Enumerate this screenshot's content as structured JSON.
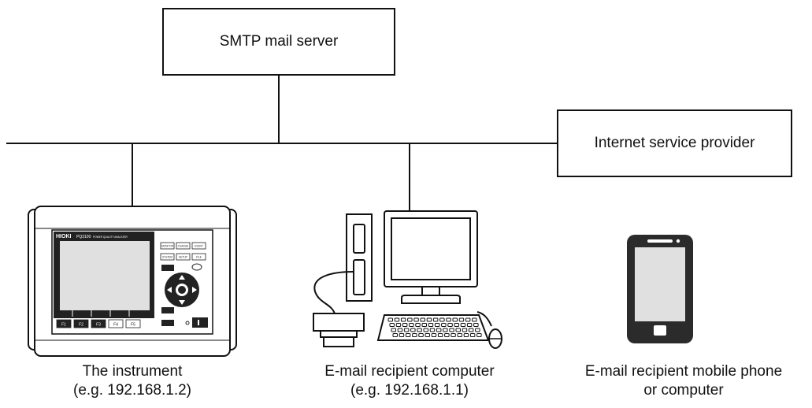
{
  "nodes": {
    "smtp_server": {
      "label": "SMTP mail server"
    },
    "isp": {
      "label": "Internet service provider"
    }
  },
  "devices": {
    "instrument": {
      "line1": "The instrument",
      "line2": "(e.g. 192.168.1.2)",
      "brand": "HIOKI",
      "model": "PQ3100",
      "model_desc": "POWER QUALITY ANALYZER",
      "keys": [
        "MONITOR",
        "CHANGE",
        "EVENT",
        "SYSTEM",
        "SETUP",
        "FILE"
      ],
      "fkeys": [
        "F1",
        "F2",
        "F3",
        "F4",
        "F5"
      ]
    },
    "recipient_computer": {
      "line1": "E-mail recipient computer",
      "line2": "(e.g. 192.168.1.1)"
    },
    "recipient_mobile": {
      "line1": "E-mail recipient mobile phone",
      "line2": "or computer"
    }
  },
  "colors": {
    "line": "#111111",
    "device_dark": "#2b2b2b",
    "screen_gray": "#e0e0e0",
    "background": "#ffffff"
  }
}
